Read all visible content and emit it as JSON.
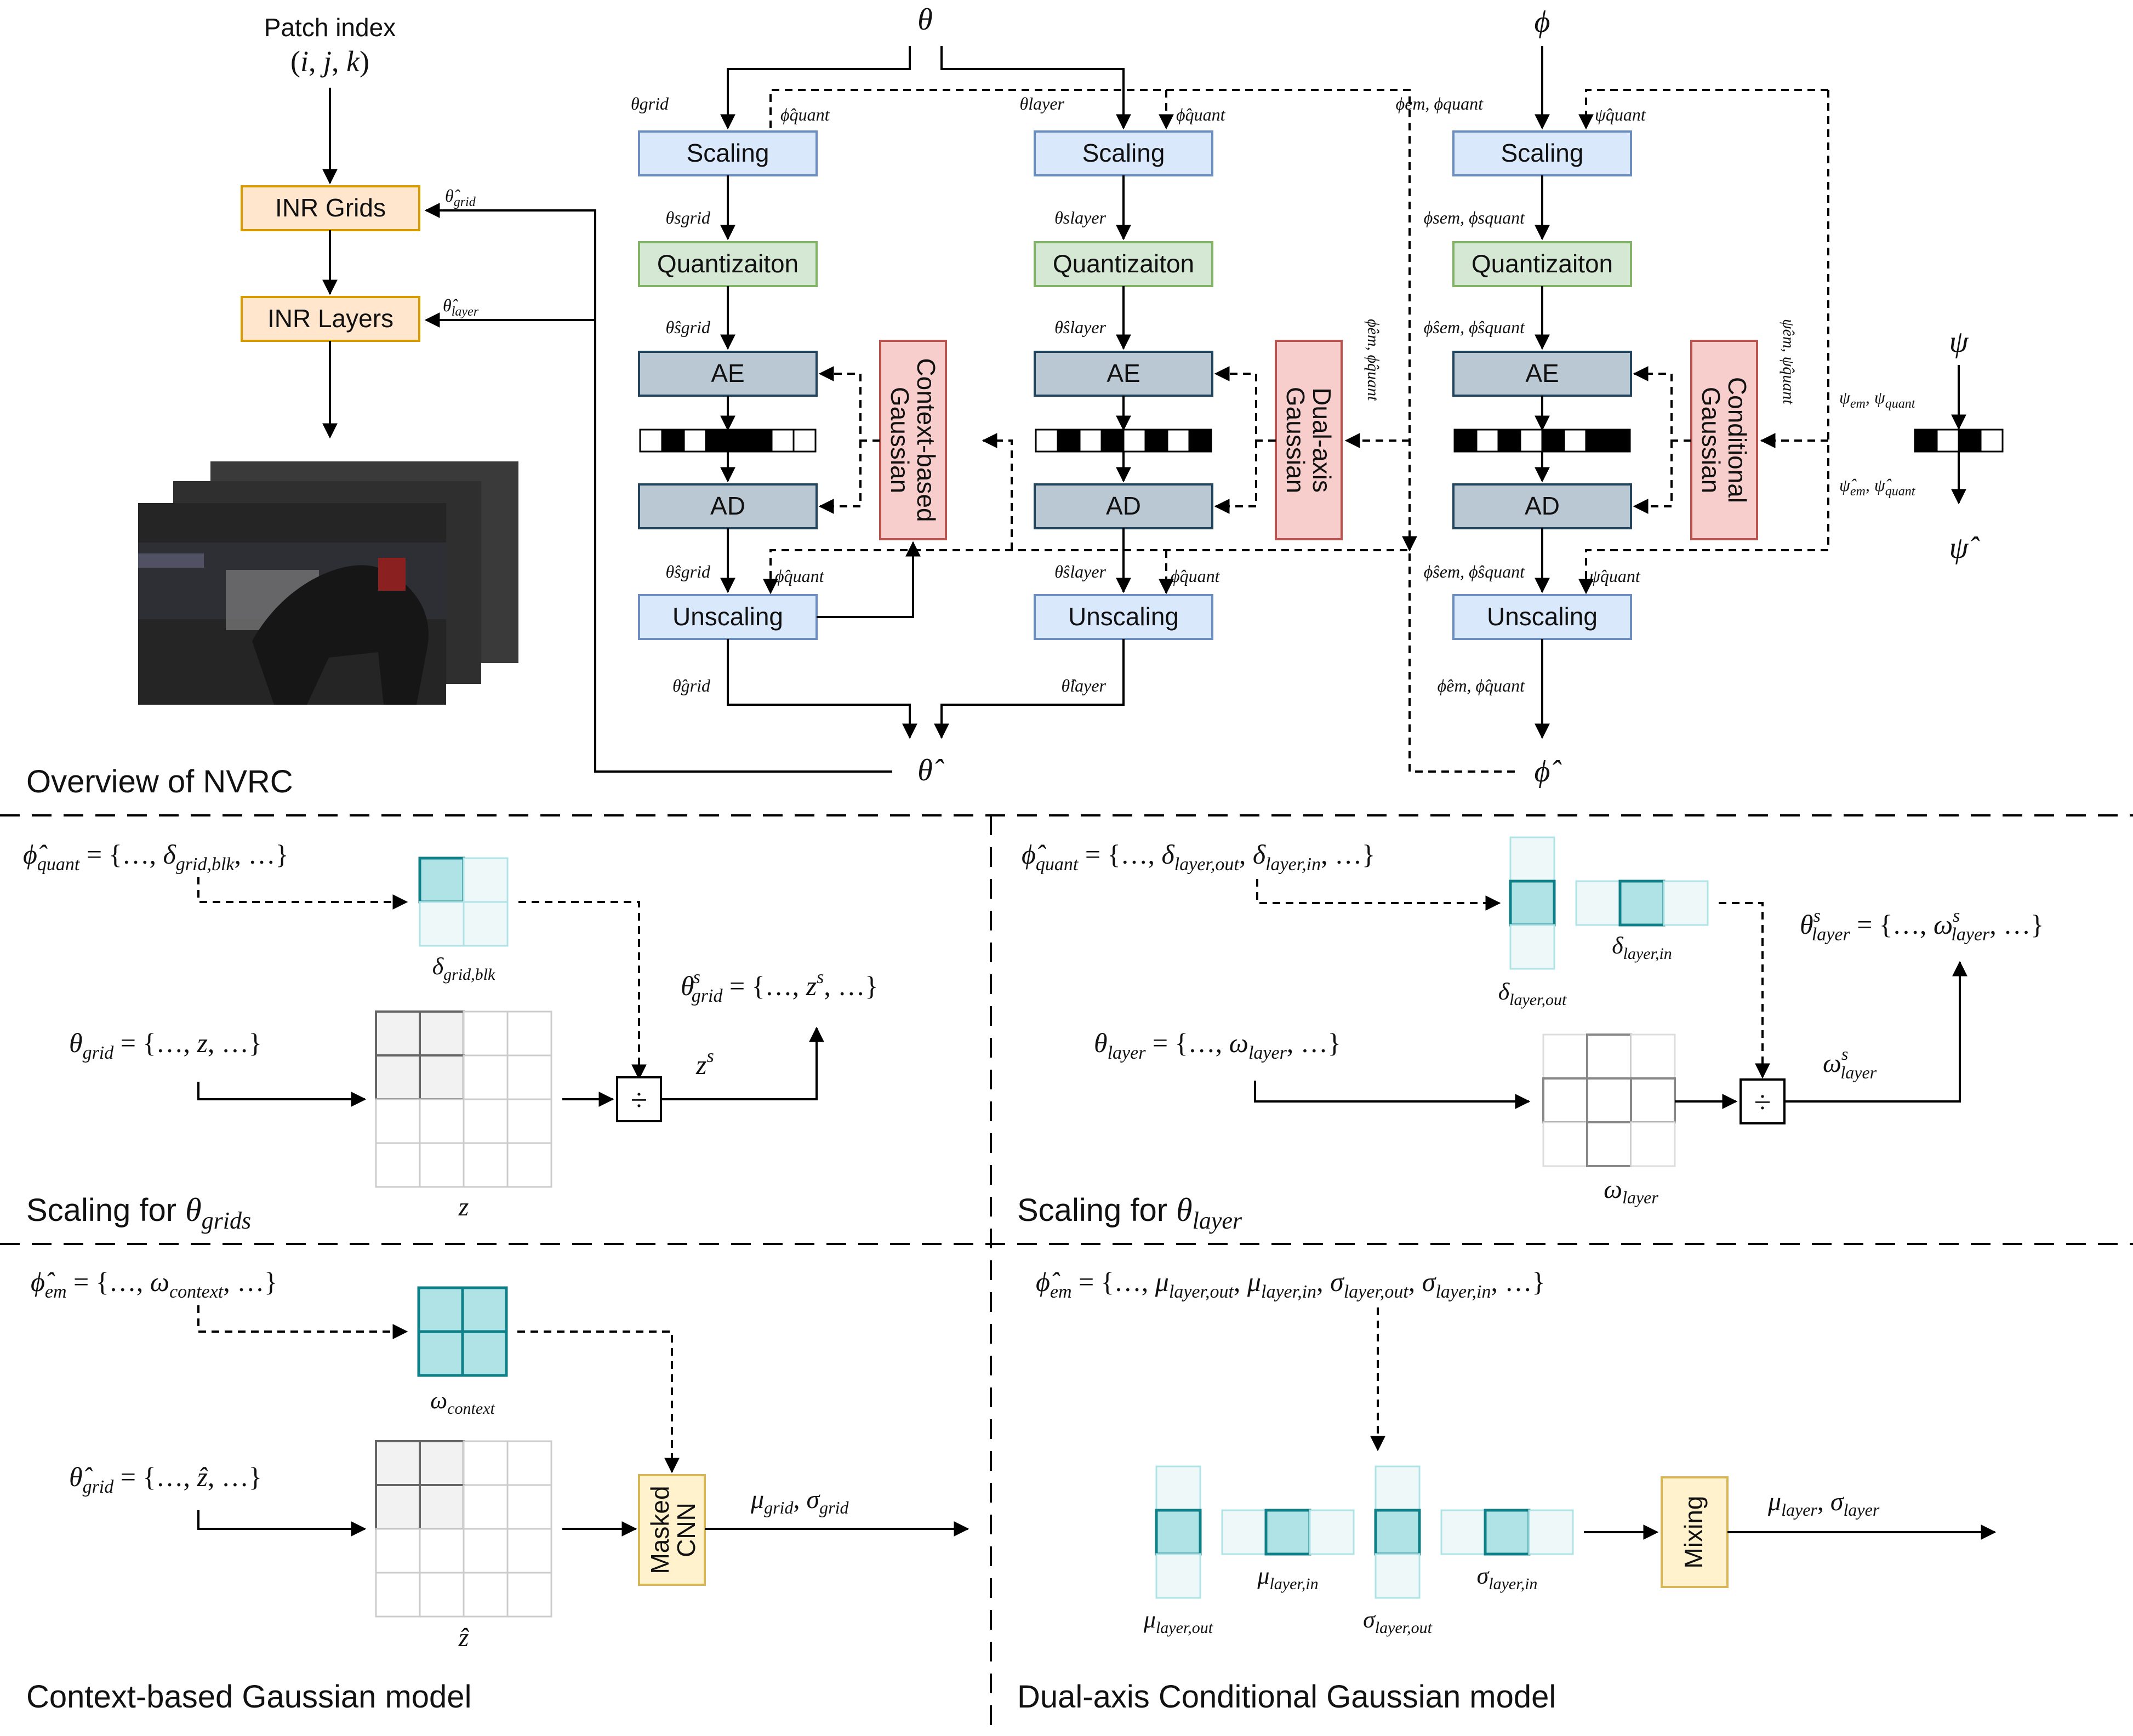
{
  "title": "Overview of NVRC",
  "colors": {
    "scaling_fill": "#dae8fc",
    "scaling_stroke": "#6c8ebf",
    "quant_fill": "#d5e8d4",
    "quant_stroke": "#82b366",
    "ae_fill": "#bac8d3",
    "ae_stroke": "#23445d",
    "gauss_fill": "#f8cecc",
    "gauss_stroke": "#b85450",
    "inr_fill": "#ffe6cc",
    "inr_stroke": "#d79b00",
    "cnn_fill": "#fff2cc",
    "cnn_stroke": "#d6b656",
    "teal_fill": "#b0e3e6",
    "teal_stroke": "#0e8088",
    "teal_light_fill": "#eef8f9",
    "teal_light_stroke": "#b0e3e6"
  },
  "overview": {
    "patch_index_label": "Patch index",
    "patch_index_math": "(i, j, k)",
    "inr_grids": "INR Grids",
    "inr_layers": "INR Layers",
    "theta_grid_hat_label": "θ̂grid",
    "theta_layer_hat_label": "θ̂layer",
    "frame_image_desc": "stacked dark video frames of a horse race",
    "theta_top": "θ",
    "phi_top": "ϕ",
    "psi": "ψ",
    "theta_hat_out": "θ̂",
    "phi_hat_out": "ϕ̂",
    "psi_hat": "ψ̂",
    "psi_in_label": "ψem, ψquant",
    "psi_out_label": "ψ̂em, ψ̂quant",
    "columns": [
      {
        "scaling": "Scaling",
        "quant": "Quantizaiton",
        "ae": "AE",
        "ad": "AD",
        "unscaling": "Unscaling",
        "gauss": "Context-based Gaussian",
        "in_label": "θgrid",
        "side_label": "ϕ̂quant",
        "s_label": "θsgrid",
        "hat_s_label": "θ̂sgrid",
        "hat_s_label2": "θ̂sgrid",
        "unscale_side": "ϕ̂quant",
        "out_label": "θ̂grid"
      },
      {
        "scaling": "Scaling",
        "quant": "Quantizaiton",
        "ae": "AE",
        "ad": "AD",
        "unscaling": "Unscaling",
        "gauss": "Dual-axis Gaussian",
        "in_label": "θlayer",
        "side_label": "ϕ̂quant",
        "s_label": "θslayer",
        "hat_s_label": "θ̂slayer",
        "hat_s_label2": "θ̂slayer",
        "unscale_side": "ϕ̂quant",
        "out_label": "θ̂layer",
        "gauss_in_label": "ϕ̂em, ϕ̂quant"
      },
      {
        "scaling": "Scaling",
        "quant": "Quantizaiton",
        "ae": "AE",
        "ad": "AD",
        "unscaling": "Unscaling",
        "gauss": "Conditional Gaussian",
        "in_label": "ϕem, ϕquant",
        "side_label": "ψ̂quant",
        "s_label": "ϕsem, ϕsquant",
        "hat_s_label": "ϕ̂sem, ϕ̂squant",
        "hat_s_label2": "ϕ̂sem, ϕ̂squant",
        "unscale_side": "ψ̂quant",
        "out_label": "ϕ̂em, ϕ̂quant",
        "gauss_in_label": "ψ̂em, ψ̂quant"
      }
    ]
  },
  "scaling_grids": {
    "title": "Scaling for θgrids",
    "phi_quant_def": "ϕ̂quant = {…, δgrid,blk, …}",
    "delta_label": "δgrid,blk",
    "theta_def": "θgrid = {…, z, …}",
    "z_label": "z",
    "zs_label": "zs",
    "result": "θsgrid = {…, zs, …}",
    "divide": "÷"
  },
  "scaling_layer": {
    "title": "Scaling for θlayer",
    "phi_quant_def": "ϕ̂quant = {…, δlayer,out, δlayer,in, …}",
    "delta_in_label": "δlayer,in",
    "delta_out_label": "δlayer,out",
    "theta_def": "θlayer = {…, ωlayer, …}",
    "omega_label": "ωlayer",
    "omega_s_label": "ωslayer",
    "result": "θslayer = {…, ωslayer, …}",
    "divide": "÷"
  },
  "context_gaussian": {
    "title": "Context-based Gaussian model",
    "phi_em_def": "ϕ̂em = {…, ωcontext, …}",
    "omega_context_label": "ωcontext",
    "theta_def": "θ̂grid = {…, ẑ, …}",
    "zhat_label": "ẑ",
    "masked_cnn": "Masked CNN",
    "output": "μgrid, σgrid"
  },
  "dual_axis_gaussian": {
    "title": "Dual-axis Conditional Gaussian model",
    "phi_em_def": "ϕ̂em = {…, μlayer,out, μlayer,in, σlayer,out, σlayer,in, …}",
    "mu_out": "μlayer,out",
    "mu_in": "μlayer,in",
    "sigma_out": "σlayer,out",
    "sigma_in": "σlayer,in",
    "mixing": "Mixing",
    "output": "μlayer, σlayer"
  }
}
